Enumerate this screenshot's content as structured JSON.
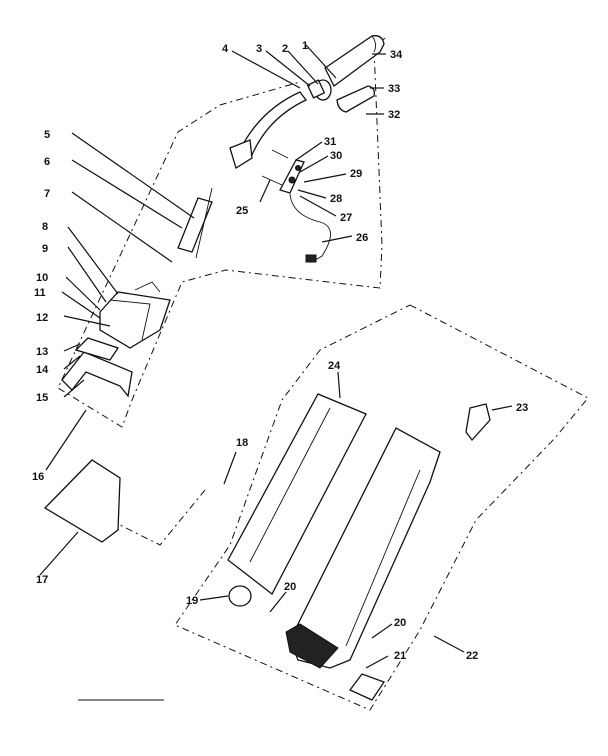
{
  "callouts": [
    {
      "id": "c1",
      "text": "1"
    },
    {
      "id": "c2",
      "text": "2"
    },
    {
      "id": "c3",
      "text": "3"
    },
    {
      "id": "c4",
      "text": "4"
    },
    {
      "id": "c5",
      "text": "5"
    },
    {
      "id": "c6",
      "text": "6"
    },
    {
      "id": "c7",
      "text": "7"
    },
    {
      "id": "c8",
      "text": "8"
    },
    {
      "id": "c9",
      "text": "9"
    },
    {
      "id": "c10",
      "text": "10"
    },
    {
      "id": "c11",
      "text": "11"
    },
    {
      "id": "c12",
      "text": "12"
    },
    {
      "id": "c13",
      "text": "13"
    },
    {
      "id": "c14",
      "text": "14"
    },
    {
      "id": "c15",
      "text": "15"
    },
    {
      "id": "c16",
      "text": "16"
    },
    {
      "id": "c17",
      "text": "17"
    },
    {
      "id": "c18",
      "text": "18"
    },
    {
      "id": "c19",
      "text": "19"
    },
    {
      "id": "c20a",
      "text": "20"
    },
    {
      "id": "c20b",
      "text": "20"
    },
    {
      "id": "c21",
      "text": "21"
    },
    {
      "id": "c22",
      "text": "22"
    },
    {
      "id": "c23",
      "text": "23"
    },
    {
      "id": "c24",
      "text": "24"
    },
    {
      "id": "c25",
      "text": "25"
    },
    {
      "id": "c26",
      "text": "26"
    },
    {
      "id": "c27",
      "text": "27"
    },
    {
      "id": "c28",
      "text": "28"
    },
    {
      "id": "c29",
      "text": "29"
    },
    {
      "id": "c30",
      "text": "30"
    },
    {
      "id": "c31",
      "text": "31"
    },
    {
      "id": "c32",
      "text": "32"
    },
    {
      "id": "c33",
      "text": "33"
    },
    {
      "id": "c34",
      "text": "34"
    }
  ]
}
